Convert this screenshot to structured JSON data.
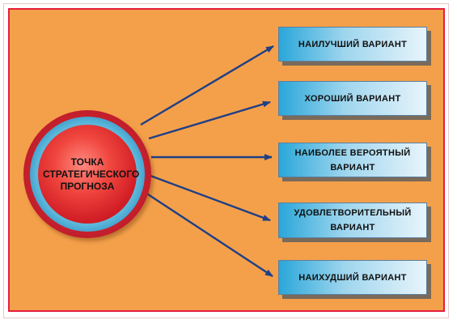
{
  "center": {
    "label": "ТОЧКА СТРАТЕГИЧЕСКОГО ПРОГНОЗА"
  },
  "variants": [
    {
      "label": "НАИЛУЧШИЙ ВАРИАНТ"
    },
    {
      "label": "ХОРОШИЙ ВАРИАНТ"
    },
    {
      "label": "НАИБОЛЕЕ ВЕРОЯТНЫЙ ВАРИАНТ"
    },
    {
      "label": "УДОВЛЕТВОРИТЕЛЬНЫЙ ВАРИАНТ"
    },
    {
      "label": "НАИХУДШИЙ ВАРИАНТ"
    }
  ],
  "colors": {
    "background": "#f4a04a",
    "border": "#e61e3c",
    "arrow": "#1f3f86",
    "circle": "#d21e26",
    "ring": "#2f8fc0",
    "box": "#2aa7d9"
  }
}
